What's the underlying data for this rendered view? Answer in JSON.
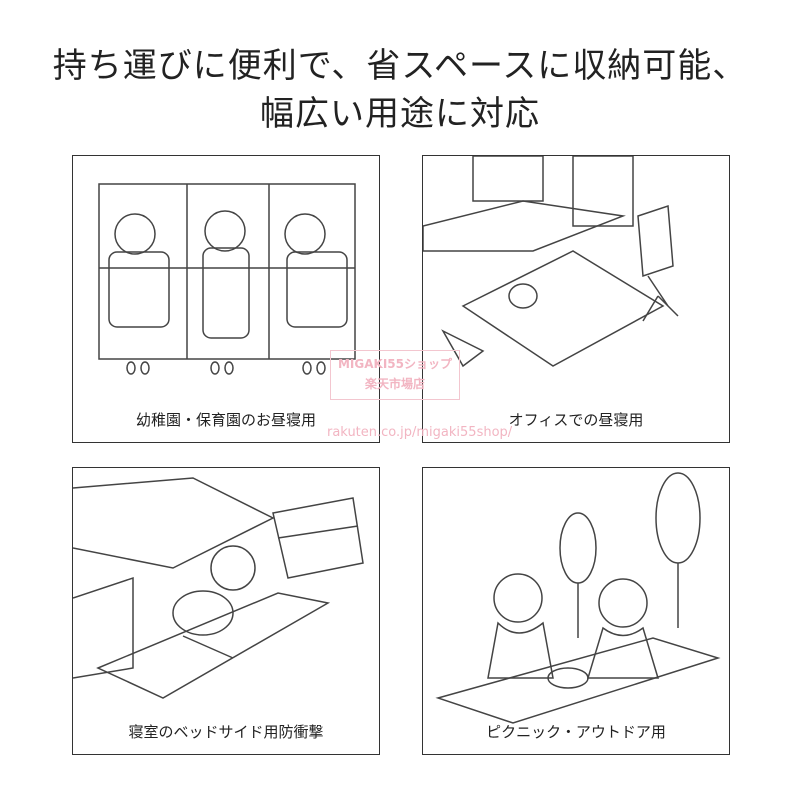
{
  "headline": {
    "line1": "持ち運びに便利で、省スペースに収納可能、",
    "line2": "幅広い用途に対応"
  },
  "panels": [
    {
      "caption": "幼稚園・保育園のお昼寝用"
    },
    {
      "caption": "オフィスでの昼寝用"
    },
    {
      "caption": "寝室のベッドサイド用防衝撃"
    },
    {
      "caption": "ピクニック・アウトドア用"
    }
  ],
  "watermark": {
    "line1": "MIGAKI55ショップ",
    "line2": "楽天市場店",
    "url": "rakuten.co.jp/migaki55shop/"
  }
}
